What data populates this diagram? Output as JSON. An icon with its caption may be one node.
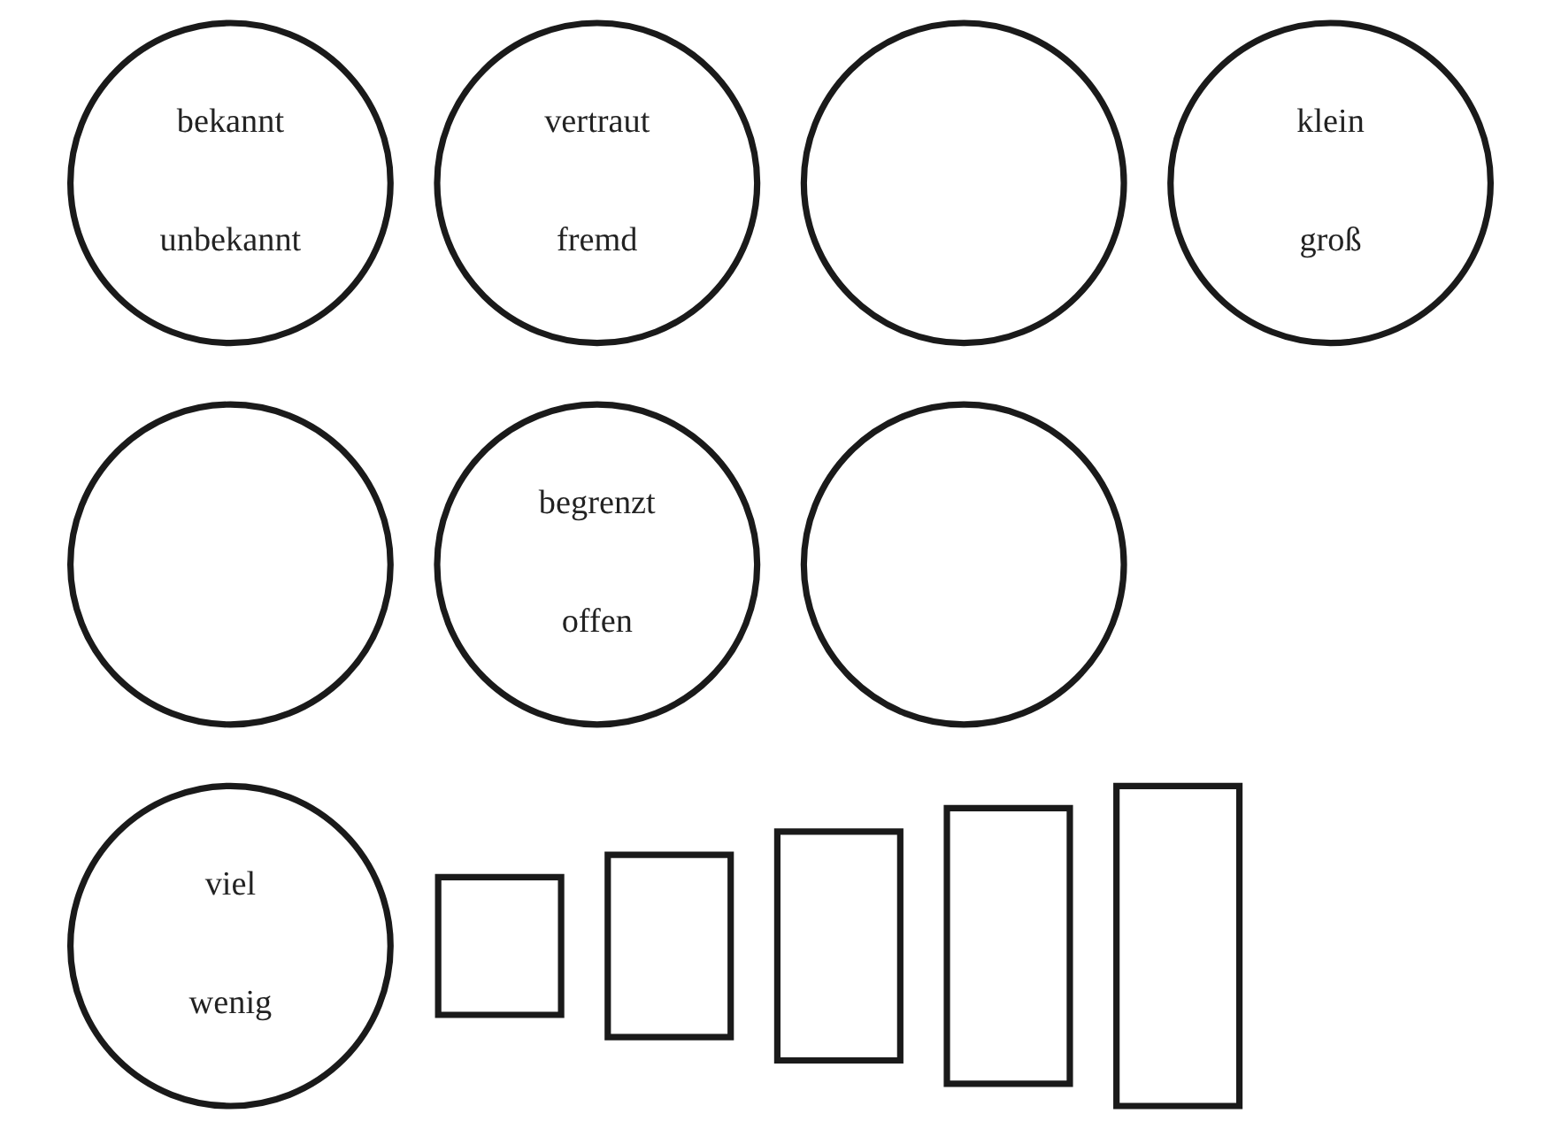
{
  "diagram": {
    "nodes": [
      {
        "text": [
          "bekannt",
          "unbekannt"
        ]
      },
      {
        "text": [
          "vertraut",
          "fremd"
        ]
      },
      {
        "text": [],
        "shape": "circle"
      },
      {
        "text": [
          "klein",
          "groß"
        ]
      },
      {
        "text": [],
        "shape": "circle"
      },
      {
        "text": [
          "begrenzt",
          "offen"
        ]
      },
      {
        "text": [],
        "shape": "circle"
      },
      {
        "text": [
          "viel",
          "wenig"
        ]
      },
      {
        "text": [],
        "shape": "bar"
      },
      {
        "text": [],
        "shape": "bar"
      },
      {
        "text": [],
        "shape": "bar"
      },
      {
        "text": [],
        "shape": "bar"
      },
      {
        "text": [],
        "shape": "bar"
      }
    ],
    "edges": []
  }
}
